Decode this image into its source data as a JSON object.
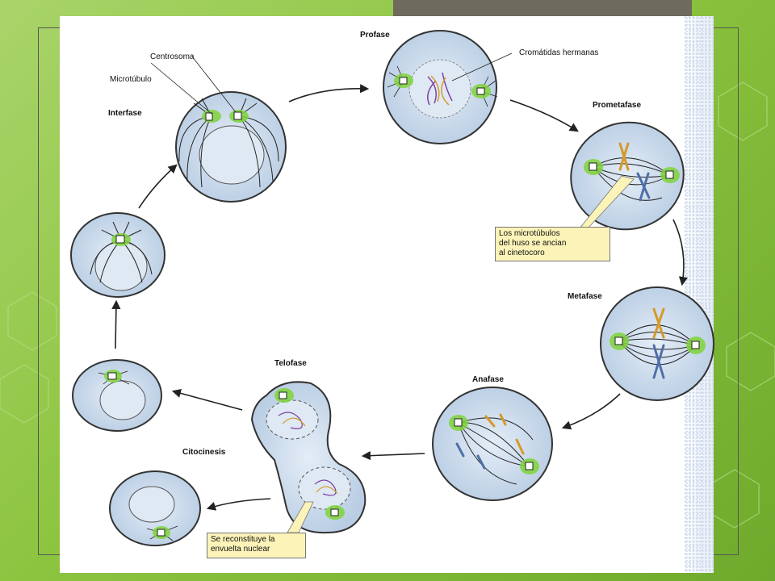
{
  "labels": {
    "interfase": "Interfase",
    "centrosoma": "Centrosoma",
    "microtubulo": "Microtúbulo",
    "profase": "Profase",
    "cromatidas": "Cromátidas hermanas",
    "prometafase": "Prometafase",
    "metafase": "Metafase",
    "anafase": "Anafase",
    "telofase": "Telofase",
    "citocinesis": "Citocinesis"
  },
  "callouts": {
    "cinetocoro": [
      "Los microtúbulos",
      "del huso se ancian",
      "al cinetocoro"
    ],
    "envoltura": [
      "Se reconstituye la",
      "envuelta nuclear"
    ]
  },
  "colors": {
    "background_green": "#8cc43f",
    "cell_fill": "#c9d8ea",
    "nucleus_fill": "#dfe9f4",
    "centrosome_green": "#7fd43a",
    "callout_fill": "#fbf3b8",
    "top_bar": "#6e6a5c"
  }
}
